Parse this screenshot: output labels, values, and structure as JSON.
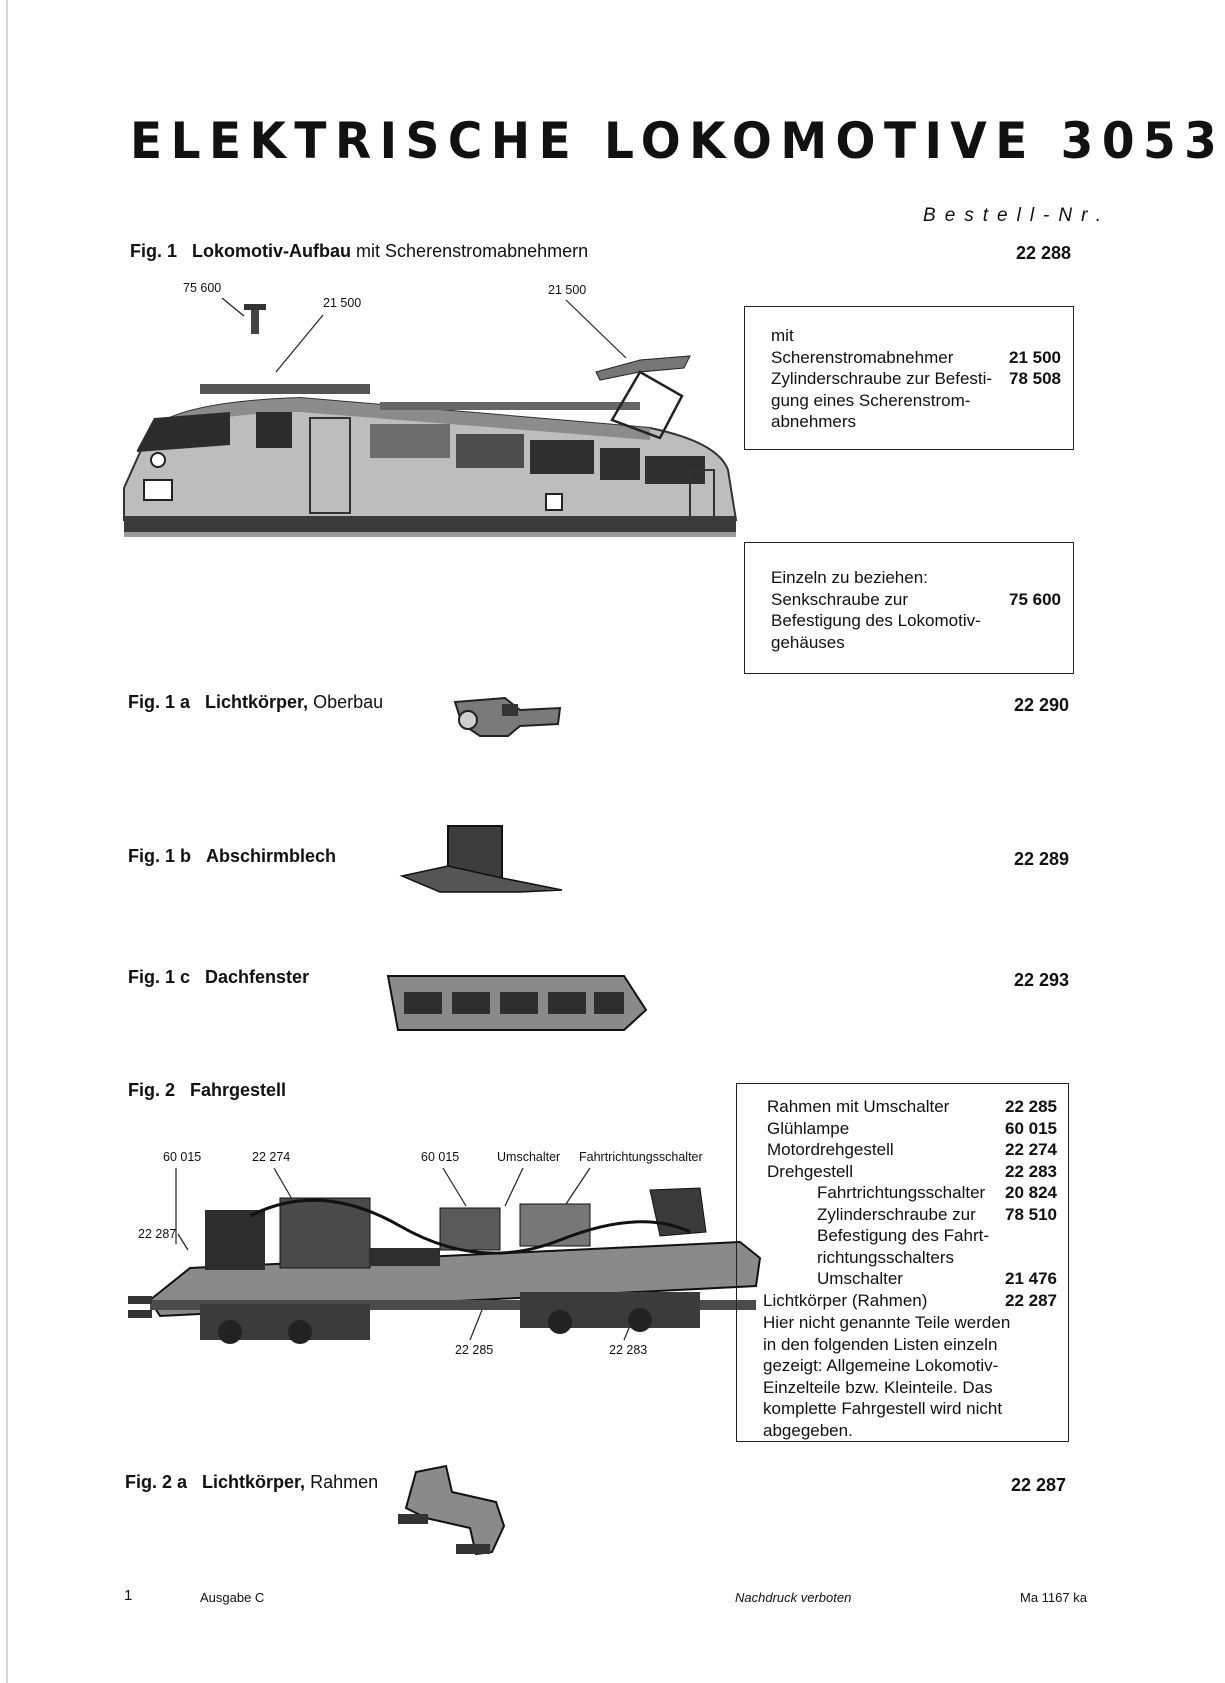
{
  "title": "ELEKTRISCHE LOKOMOTIVE 3053",
  "bestell_header": "Bestell-Nr.",
  "fig1": {
    "fig": "Fig. 1",
    "name": "Lokomotiv-Aufbau",
    "desc": "mit Scherenstromabnehmern",
    "part_no": "22 288",
    "callouts": [
      "75 600",
      "21 500",
      "21 500"
    ]
  },
  "box1": {
    "heading": "mit",
    "rows": [
      {
        "text": "Scherenstromabnehmer",
        "num": "21 500"
      },
      {
        "text": "Zylinderschraube zur Befesti-",
        "num": "78 508"
      },
      {
        "text": "gung eines Scherenstrom-",
        "num": ""
      },
      {
        "text": "abnehmers",
        "num": ""
      }
    ]
  },
  "box2": {
    "heading": "Einzeln zu beziehen:",
    "rows": [
      {
        "text": "Senkschraube zur",
        "num": "75 600"
      },
      {
        "text": "Befestigung des Lokomotiv-",
        "num": ""
      },
      {
        "text": "gehäuses",
        "num": ""
      }
    ]
  },
  "fig1a": {
    "fig": "Fig. 1 a",
    "name": "Lichtkörper,",
    "desc": "Oberbau",
    "part_no": "22 290"
  },
  "fig1b": {
    "fig": "Fig. 1 b",
    "name": "Abschirmblech",
    "desc": "",
    "part_no": "22 289"
  },
  "fig1c": {
    "fig": "Fig. 1 c",
    "name": "Dachfenster",
    "desc": "",
    "part_no": "22 293"
  },
  "fig2": {
    "fig": "Fig. 2",
    "name": "Fahrgestell",
    "callouts": [
      "60 015",
      "22 274",
      "60 015",
      "Umschalter",
      "Fahrtrichtungsschalter",
      "22 287",
      "22 285",
      "22 283"
    ]
  },
  "box3": {
    "rows": [
      {
        "text": "Rahmen mit Umschalter",
        "num": "22 285",
        "indent": 0
      },
      {
        "text": "Glühlampe",
        "num": "60 015",
        "indent": 0
      },
      {
        "text": "Motordrehgestell",
        "num": "22 274",
        "indent": 0
      },
      {
        "text": "Drehgestell",
        "num": "22 283",
        "indent": 0
      },
      {
        "text": "Fahrtrichtungsschalter",
        "num": "20 824",
        "indent": 1
      },
      {
        "text": "Zylinderschraube zur",
        "num": "78 510",
        "indent": 1
      },
      {
        "text": "Befestigung des Fahrt-",
        "num": "",
        "indent": 1
      },
      {
        "text": "richtungsschalters",
        "num": "",
        "indent": 1
      },
      {
        "text": "Umschalter",
        "num": "21 476",
        "indent": 1
      },
      {
        "text": "Lichtkörper (Rahmen)",
        "num": "22 287",
        "indent": 0
      }
    ],
    "note": [
      "Hier nicht genannte Teile werden",
      "in den folgenden Listen einzeln",
      "gezeigt: Allgemeine Lokomotiv-",
      "Einzelteile bzw. Kleinteile. Das",
      "komplette Fahrgestell wird nicht",
      "abgegeben."
    ]
  },
  "fig2a": {
    "fig": "Fig. 2 a",
    "name": "Lichtkörper,",
    "desc": "Rahmen",
    "part_no": "22 287"
  },
  "footer": {
    "page": "1",
    "edition": "Ausgabe C",
    "notice": "Nachdruck verboten",
    "code": "Ma 1167 ka"
  }
}
